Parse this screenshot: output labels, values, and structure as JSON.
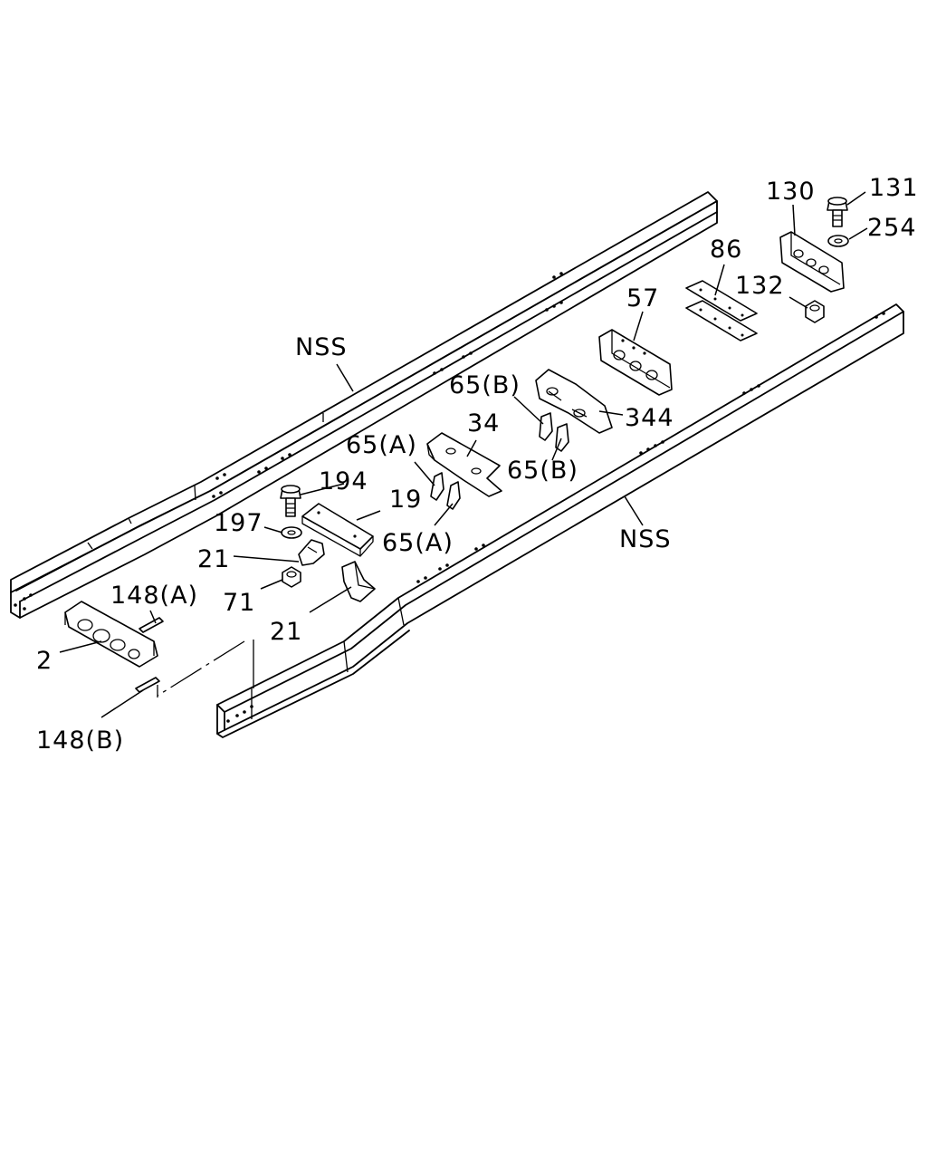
{
  "labels": {
    "nss_top": "NSS",
    "nss_bottom": "NSS",
    "p2": "2",
    "p19": "19",
    "p21a": "21",
    "p21b": "21",
    "p34": "34",
    "p57": "57",
    "p65a1": "65(A)",
    "p65a2": "65(A)",
    "p65b1": "65(B)",
    "p65b2": "65(B)",
    "p71": "71",
    "p86": "86",
    "p130": "130",
    "p131": "131",
    "p132": "132",
    "p148a": "148(A)",
    "p148b": "148(B)",
    "p194": "194",
    "p197": "197",
    "p254": "254",
    "p344": "344"
  }
}
